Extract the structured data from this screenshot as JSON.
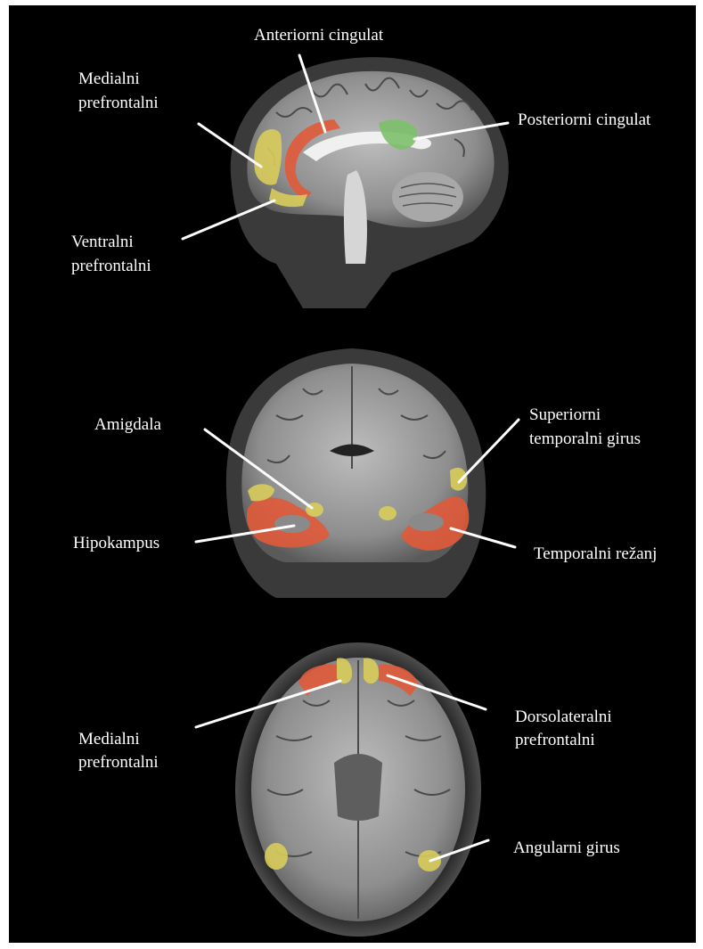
{
  "labels": {
    "sagittal": {
      "anterior_cingulate": "Anteriorni cingulat",
      "medial_prefrontal_1": "Medialni",
      "medial_prefrontal_2": "prefrontalni",
      "posterior_cingulate": "Posteriorni cingulat",
      "ventral_prefrontal_1": "Ventralni",
      "ventral_prefrontal_2": "prefrontalni"
    },
    "coronal": {
      "amygdala": "Amigdala",
      "superior_temporal_1": "Superiorni",
      "superior_temporal_2": "temporalni girus",
      "hippocampus": "Hipokampus",
      "temporal_lobe": "Temporalni režanj"
    },
    "axial": {
      "medial_prefrontal_1": "Medialni",
      "medial_prefrontal_2": "prefrontalni",
      "dorsolateral_1": "Dorsolateralni",
      "dorsolateral_2": "prefrontalni",
      "angular_gyrus": "Angularni girus"
    }
  },
  "colors": {
    "background": "#000000",
    "label_text": "#ffffff",
    "region_red": "#e05a3a",
    "region_yellow": "#d8cc5a",
    "region_green": "#7cc06a"
  }
}
